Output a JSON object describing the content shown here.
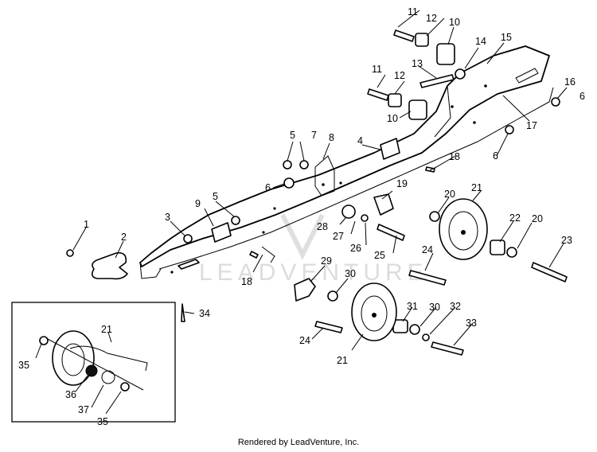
{
  "watermark": "LEADVENTURE",
  "footer": "Rendered by LeadVenture, Inc.",
  "callouts": [
    "1",
    "2",
    "3",
    "4",
    "5",
    "5",
    "6",
    "6",
    "6",
    "7",
    "8",
    "9",
    "10",
    "10",
    "11",
    "11",
    "12",
    "12",
    "13",
    "14",
    "15",
    "16",
    "17",
    "18",
    "18",
    "19",
    "20",
    "20",
    "21",
    "21",
    "21",
    "22",
    "23",
    "24",
    "24",
    "25",
    "26",
    "27",
    "28",
    "29",
    "30",
    "30",
    "31",
    "32",
    "33",
    "34",
    "35",
    "35",
    "36",
    "37"
  ]
}
